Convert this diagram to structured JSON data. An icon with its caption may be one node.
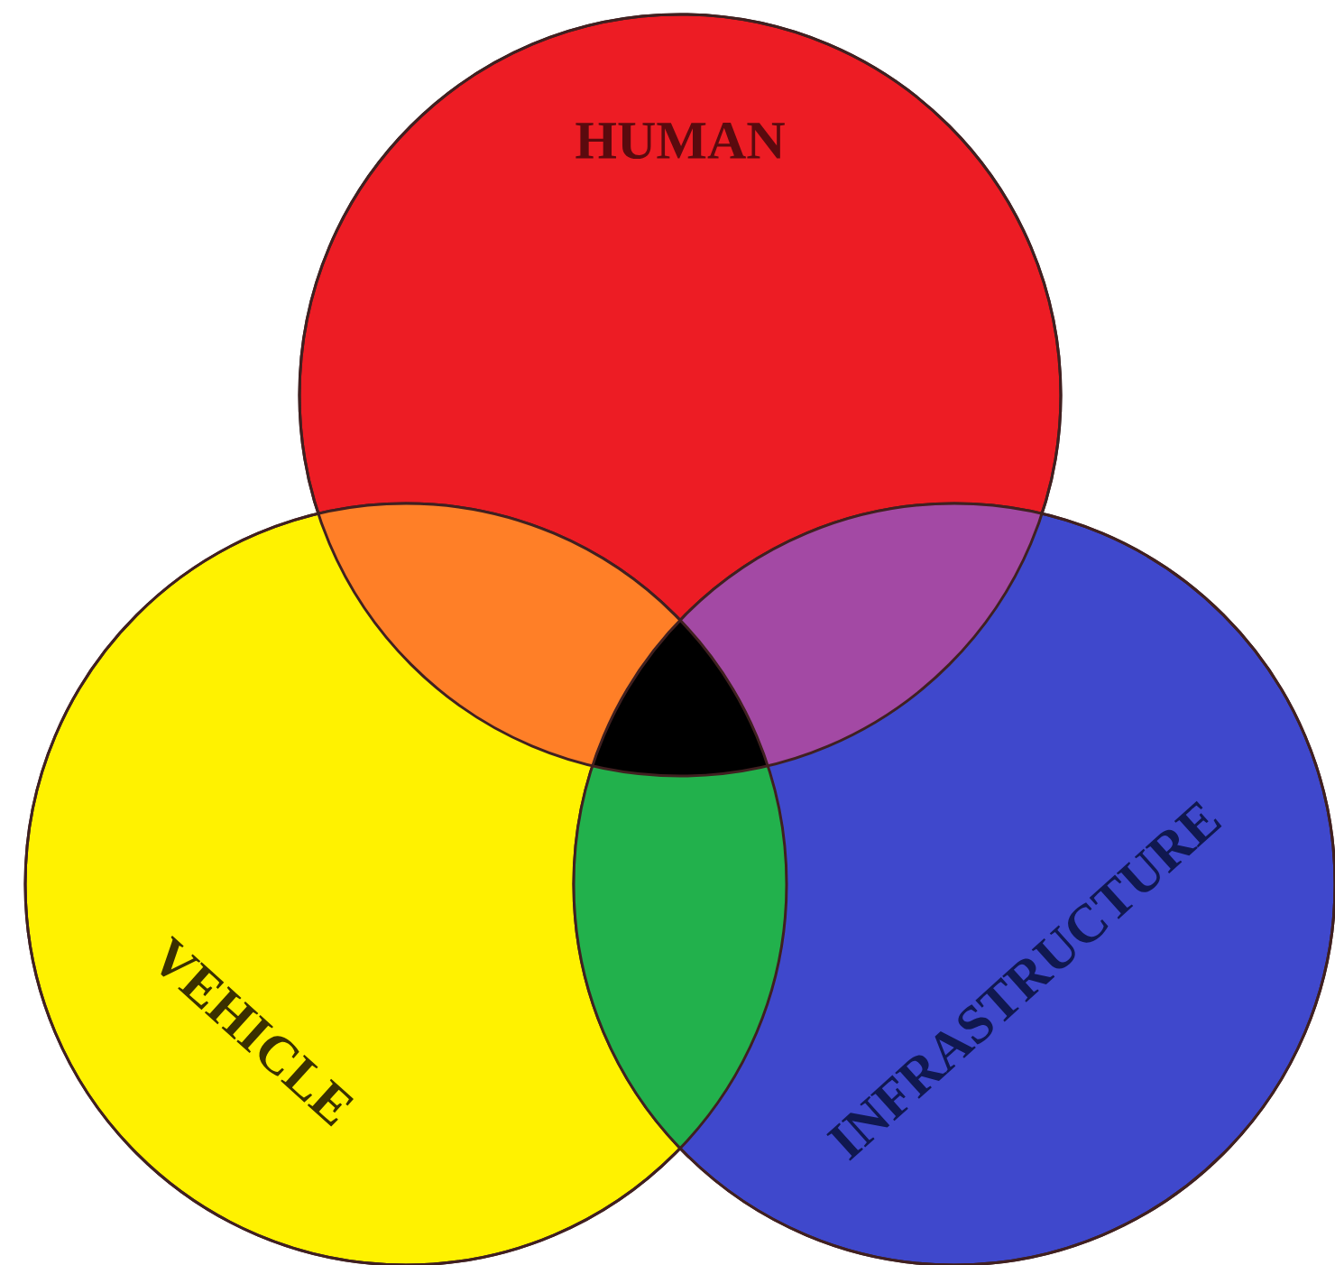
{
  "diagram": {
    "nodes": [
      {
        "text": [
          "HUMAN"
        ]
      },
      {
        "text": [
          "VEHICLE"
        ]
      },
      {
        "text": [
          "INFRASTRUCTURE"
        ]
      }
    ]
  }
}
